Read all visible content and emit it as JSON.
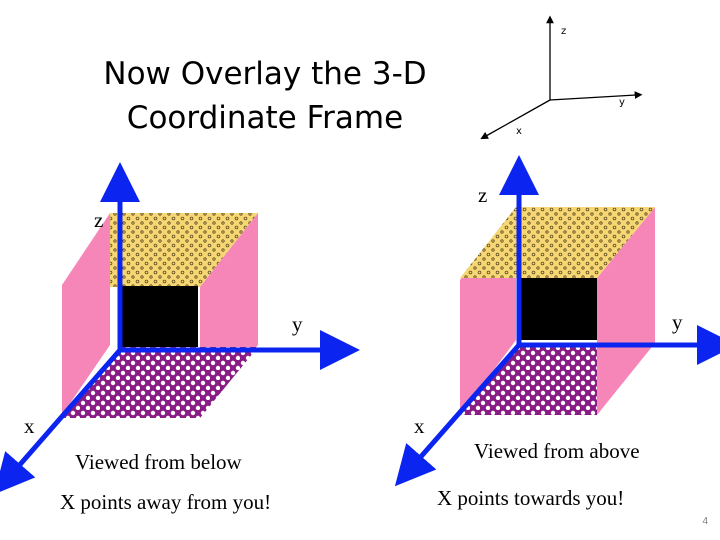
{
  "title_line1": "Now Overlay the 3-D",
  "title_line2": "Coordinate Frame",
  "reference_frame": {
    "z": "z",
    "y": "y",
    "x": "x"
  },
  "left_cube": {
    "z": "z",
    "y": "y",
    "x": "x",
    "caption1": "Viewed from below",
    "caption2": "X points away from you!"
  },
  "right_cube": {
    "z": "z",
    "y": "y",
    "x": "x",
    "caption1": "Viewed from above",
    "caption2": "X points towards you!"
  },
  "page_number": "4",
  "colors": {
    "arrow": "#0b24f0",
    "side": "#f686b8",
    "top": "#f7d774",
    "bottom": "#8a1c86",
    "opening": "#000000"
  }
}
